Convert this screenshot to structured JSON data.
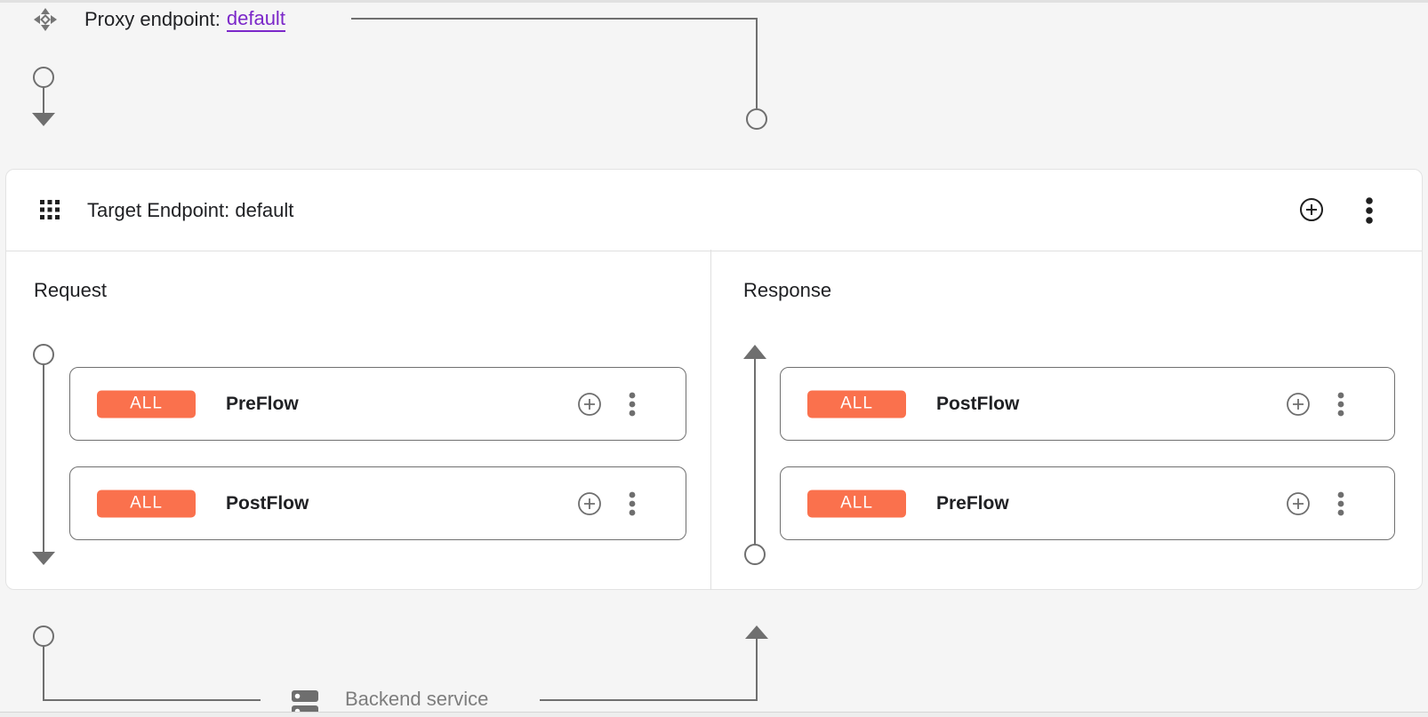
{
  "colors": {
    "badge_orange": "#fa714d",
    "link_purple": "#7b27c9",
    "connector_gray": "#6f6f6f",
    "text_dark": "#202124",
    "muted_gray": "#7d7d7d"
  },
  "proxy_endpoint": {
    "label": "Proxy endpoint:",
    "link_text": "default",
    "icon": "proxy-endpoint-icon"
  },
  "target_endpoint": {
    "title": "Target Endpoint: default",
    "icons": {
      "grid": "grid-icon",
      "add": "add-circle-icon",
      "menu": "kebab-menu-icon"
    }
  },
  "request": {
    "label": "Request",
    "flows": [
      {
        "badge": "ALL",
        "name": "PreFlow"
      },
      {
        "badge": "ALL",
        "name": "PostFlow"
      }
    ]
  },
  "response": {
    "label": "Response",
    "flows": [
      {
        "badge": "ALL",
        "name": "PostFlow"
      },
      {
        "badge": "ALL",
        "name": "PreFlow"
      }
    ]
  },
  "backend": {
    "label": "Backend service",
    "icon": "backend-service-icon"
  }
}
